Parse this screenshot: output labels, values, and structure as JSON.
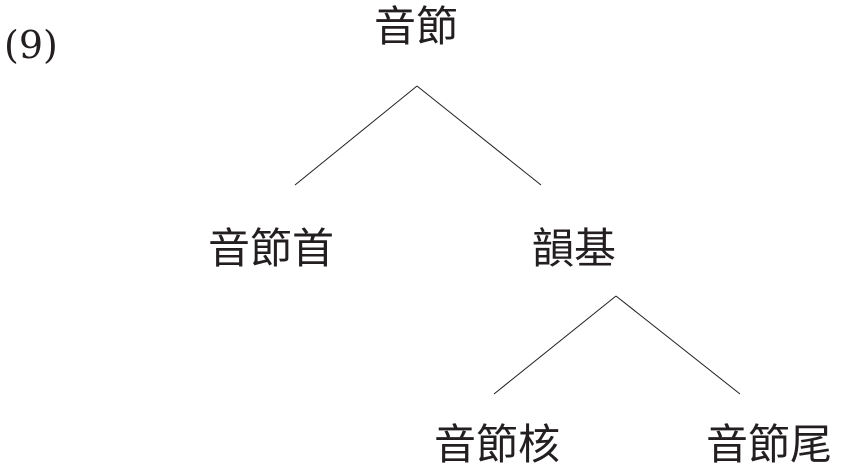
{
  "example_number": "(9)",
  "nodes": {
    "root": "音節",
    "onset": "音節首",
    "rhyme": "韻基",
    "nucleus": "音節核",
    "coda": "音節尾"
  }
}
